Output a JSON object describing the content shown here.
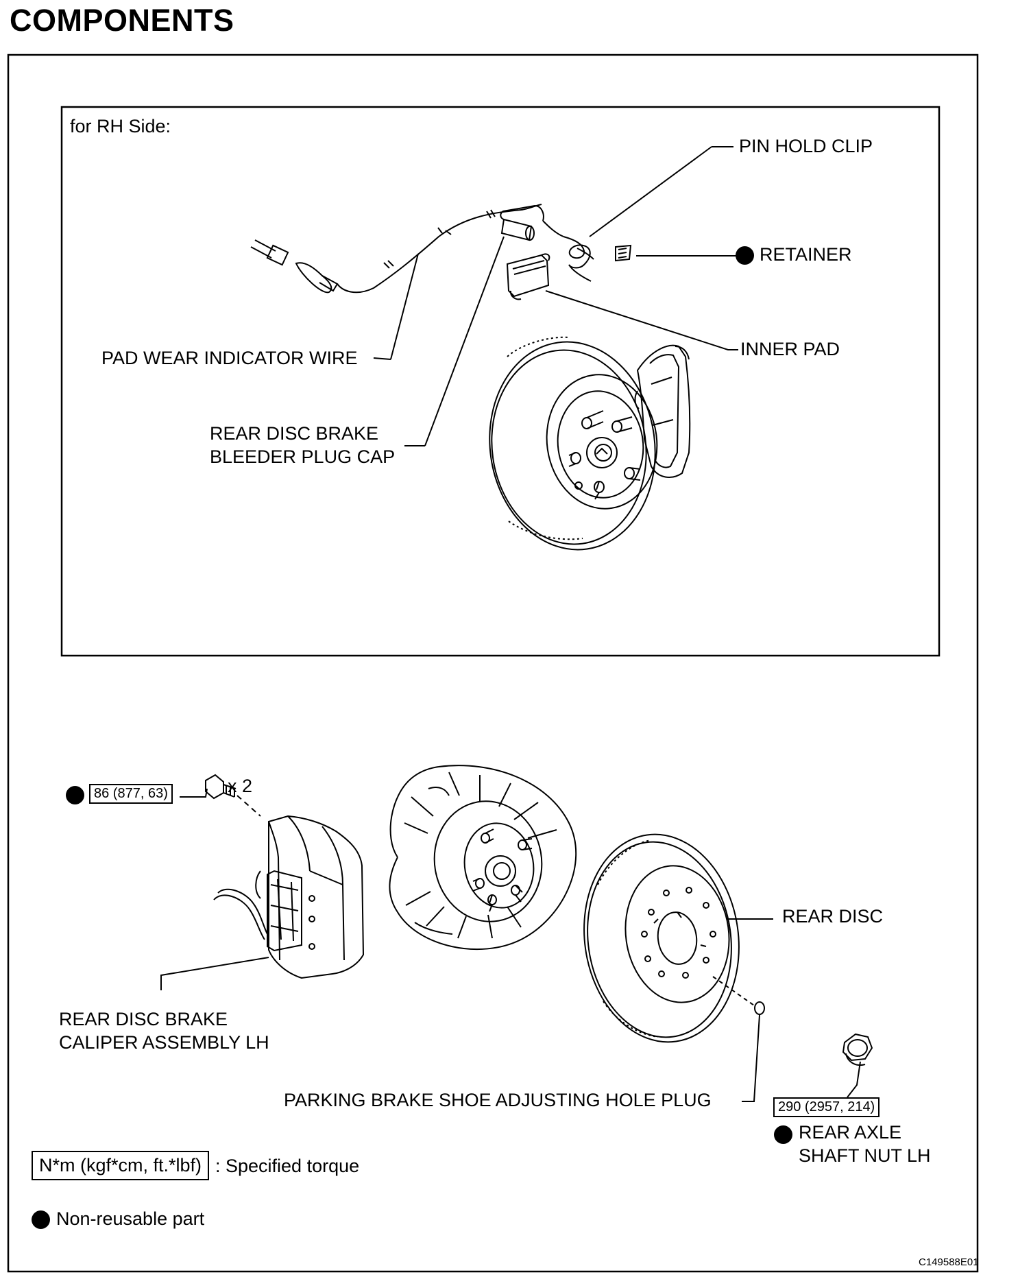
{
  "title": "COMPONENTS",
  "inset_title": "for RH Side:",
  "labels": {
    "pin_hold_clip": "PIN HOLD CLIP",
    "retainer": "RETAINER",
    "inner_pad": "INNER PAD",
    "pad_wear_indicator_wire": "PAD WEAR INDICATOR WIRE",
    "bleeder_cap_line1": "REAR DISC BRAKE",
    "bleeder_cap_line2": "BLEEDER PLUG CAP",
    "caliper_line1": "REAR DISC BRAKE",
    "caliper_line2": "CALIPER ASSEMBLY LH",
    "rear_disc": "REAR DISC",
    "hole_plug": "PARKING BRAKE SHOE ADJUSTING HOLE PLUG",
    "axle_nut_line1": "REAR AXLE",
    "axle_nut_line2": "SHAFT NUT LH",
    "bolt_qty": "x 2"
  },
  "torques": {
    "caliper_bolt": "86 (877, 63)",
    "axle_nut": "290 (2957, 214)"
  },
  "legend": {
    "torque_box": "N*m (kgf*cm, ft.*lbf)",
    "torque_text": ": Specified torque",
    "nonreusable_text": "Non-reusable part"
  },
  "figure_code": "C149588E01"
}
